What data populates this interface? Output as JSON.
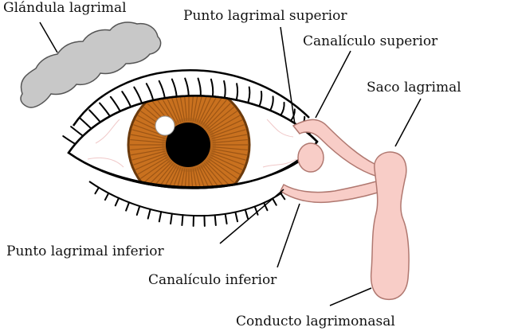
{
  "labels": {
    "glandula": "Glándula lagrimal",
    "punto_superior": "Punto lagrimal superior",
    "canaliculo_superior": "Canalículo superior",
    "saco": "Saco lagrimal",
    "punto_inferior": "Punto lagrimal inferior",
    "canaliculo_inferior": "Canalículo inferior",
    "conducto": "Conducto lagrimonasal"
  },
  "colors": {
    "gland": "#c8c8c8",
    "iris": "#c9711f",
    "iris_dark": "#8a4a10",
    "pupil": "#000000",
    "duct": "#f8cdc7",
    "duct_outline": "#b07870",
    "sclera": "#ffffff",
    "outline": "#000000"
  }
}
